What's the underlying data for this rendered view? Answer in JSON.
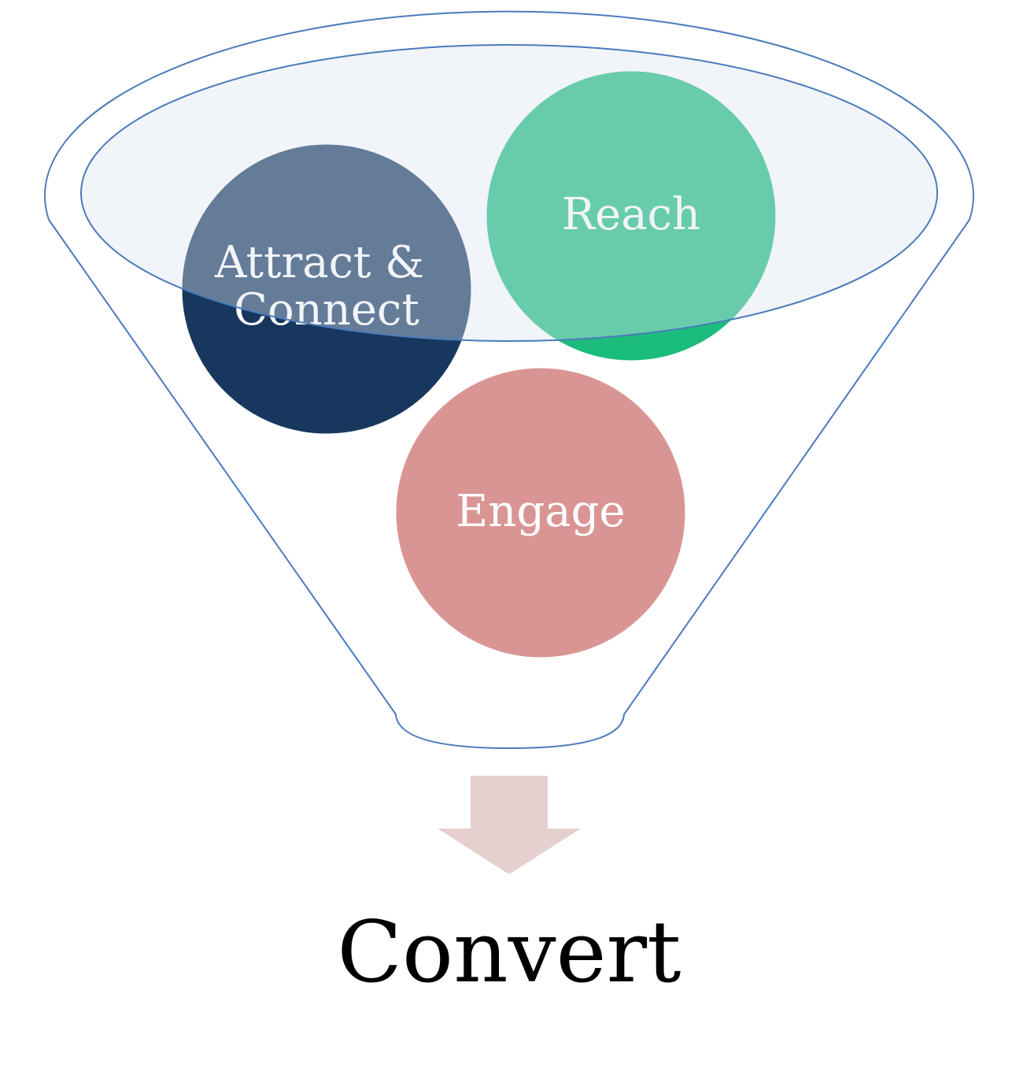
{
  "diagram": {
    "stages": [
      {
        "label_lines": [
          "Attract &",
          "Connect"
        ],
        "color": "#17375e"
      },
      {
        "label_lines": [
          "Reach"
        ],
        "color": "#1bbc7c"
      },
      {
        "label_lines": [
          "Engage"
        ],
        "color": "#d99594"
      }
    ],
    "result": {
      "label": "Convert"
    },
    "colors": {
      "funnel_outline": "#4a7bbb",
      "funnel_rim_fill": "#dbe3ef",
      "arrow": "#e6cfcf"
    }
  }
}
